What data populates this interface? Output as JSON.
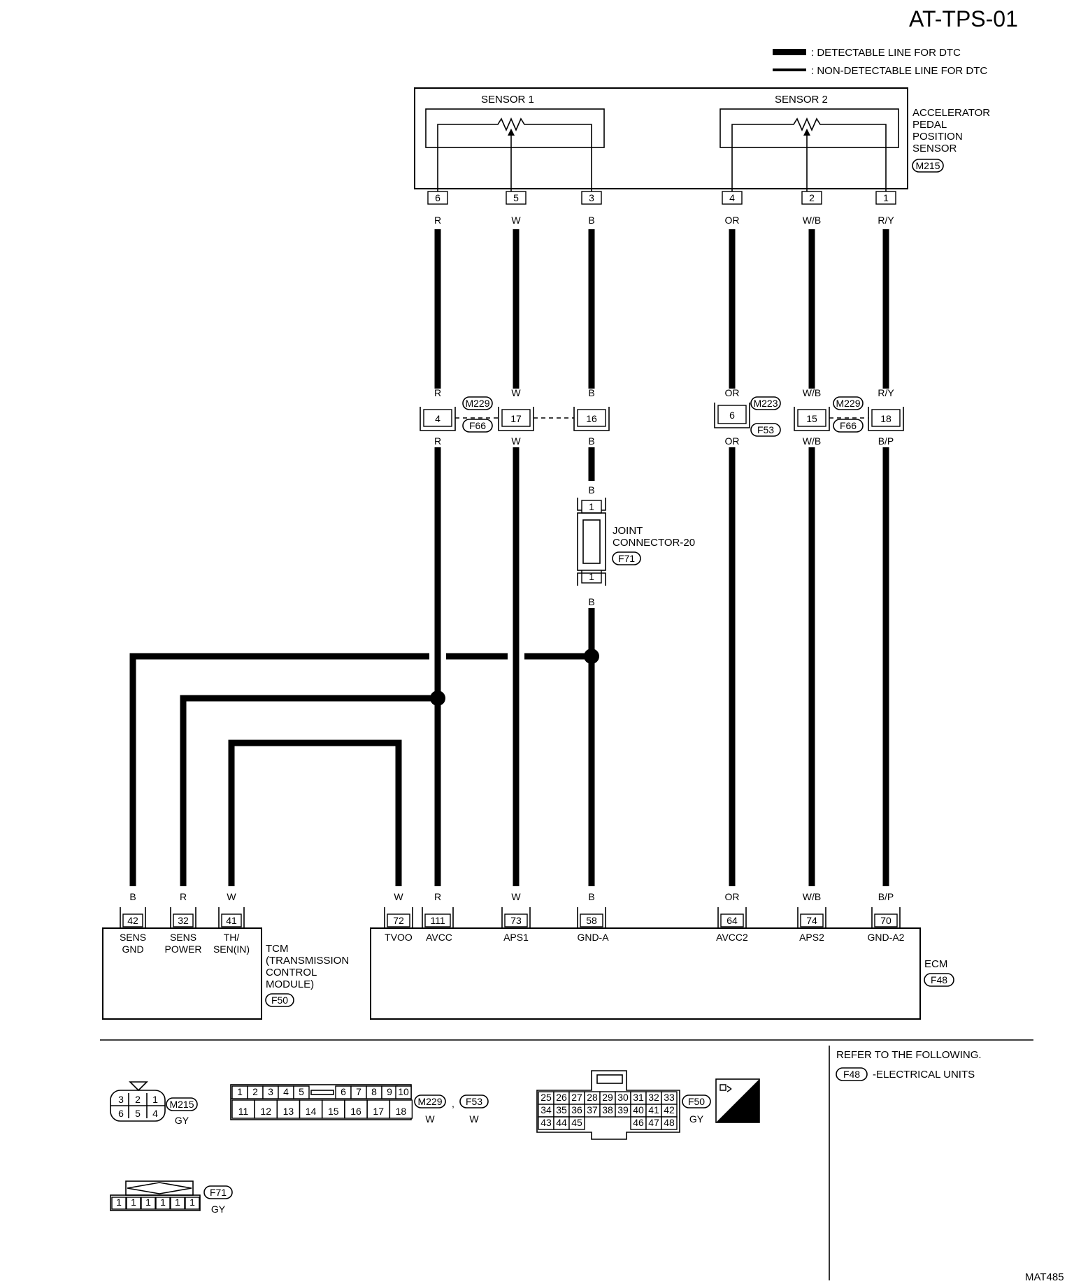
{
  "title": "AT-TPS-01",
  "footer_code": "MAT485",
  "legend": {
    "detectable": ": DETECTABLE LINE FOR DTC",
    "non_detectable": ": NON-DETECTABLE LINE FOR DTC"
  },
  "sensor": {
    "sensor1": "SENSOR 1",
    "sensor2": "SENSOR 2",
    "name_lines": [
      "ACCELERATOR",
      "PEDAL",
      "POSITION",
      "SENSOR"
    ],
    "connector": "M215"
  },
  "top_pins": [
    {
      "pin": "6",
      "color": "R"
    },
    {
      "pin": "5",
      "color": "W"
    },
    {
      "pin": "3",
      "color": "B"
    },
    {
      "pin": "4",
      "color": "OR"
    },
    {
      "pin": "2",
      "color": "W/B"
    },
    {
      "pin": "1",
      "color": "R/Y"
    }
  ],
  "mid_pins": [
    {
      "pin": "4",
      "color_top": "R",
      "color_bottom": "R"
    },
    {
      "pin": "17",
      "color_top": "W",
      "color_bottom": "W"
    },
    {
      "pin": "16",
      "color_top": "B",
      "color_bottom": "B"
    },
    {
      "pin": "6",
      "color_top": "OR",
      "color_bottom": "OR"
    },
    {
      "pin": "15",
      "color_top": "W/B",
      "color_bottom": "W/B"
    },
    {
      "pin": "18",
      "color_top": "R/Y",
      "color_bottom": "B/P"
    }
  ],
  "mid_connectors": [
    {
      "top": "M229",
      "bottom": "F66"
    },
    {
      "top": "M223",
      "bottom": "F53"
    },
    {
      "top": "M229",
      "bottom": "F66"
    }
  ],
  "joint": {
    "color_top": "B",
    "color_bottom": "B",
    "pin_top": "1",
    "pin_bottom": "1",
    "name_lines": [
      "JOINT",
      "CONNECTOR-20"
    ],
    "connector": "F71"
  },
  "tcm": {
    "name_lines": [
      "TCM",
      "(TRANSMISSION",
      "CONTROL",
      "MODULE)"
    ],
    "connector": "F50",
    "pins": [
      {
        "pin": "42",
        "color": "B",
        "label_lines": [
          "SENS",
          "GND"
        ]
      },
      {
        "pin": "32",
        "color": "R",
        "label_lines": [
          "SENS",
          "POWER"
        ]
      },
      {
        "pin": "41",
        "color": "W",
        "label_lines": [
          "TH/",
          "SEN(IN)"
        ]
      }
    ]
  },
  "ecm": {
    "name": "ECM",
    "connector": "F48",
    "pins": [
      {
        "pin": "72",
        "color": "W",
        "label": "TVOO"
      },
      {
        "pin": "111",
        "color": "R",
        "label": "AVCC"
      },
      {
        "pin": "73",
        "color": "W",
        "label": "APS1"
      },
      {
        "pin": "58",
        "color": "B",
        "label": "GND-A"
      },
      {
        "pin": "64",
        "color": "OR",
        "label": "AVCC2"
      },
      {
        "pin": "74",
        "color": "W/B",
        "label": "APS2"
      },
      {
        "pin": "70",
        "color": "B/P",
        "label": "GND-A2"
      }
    ]
  },
  "connector_views": {
    "m215": {
      "cells_top": [
        "3",
        "2",
        "1"
      ],
      "cells_bottom": [
        "6",
        "5",
        "4"
      ],
      "connector": "M215",
      "color": "GY"
    },
    "m229": {
      "cells_top": [
        "1",
        "2",
        "3",
        "4",
        "5",
        "6",
        "7",
        "8",
        "9",
        "10"
      ],
      "cells_bottom": [
        "11",
        "12",
        "13",
        "14",
        "15",
        "16",
        "17",
        "18"
      ],
      "connector_a": "M229",
      "color_a": "W",
      "separator": ",",
      "connector_b": "F53",
      "color_b": "W"
    },
    "f50": {
      "row1": [
        "25",
        "26",
        "27",
        "28",
        "29",
        "30",
        "31",
        "32",
        "33"
      ],
      "row2": [
        "34",
        "35",
        "36",
        "37",
        "38",
        "39",
        "40",
        "41",
        "42"
      ],
      "row3a": [
        "43",
        "44",
        "45"
      ],
      "row3b": [
        "46",
        "47",
        "48"
      ],
      "connector": "F50",
      "color": "GY",
      "hs": "H.S."
    },
    "f71": {
      "cells": [
        "1",
        "1",
        "1",
        "1",
        "1",
        "1"
      ],
      "connector": "F71",
      "color": "GY"
    }
  },
  "refer": {
    "heading": "REFER TO THE FOLLOWING.",
    "connector": "F48",
    "text": "-ELECTRICAL UNITS"
  }
}
